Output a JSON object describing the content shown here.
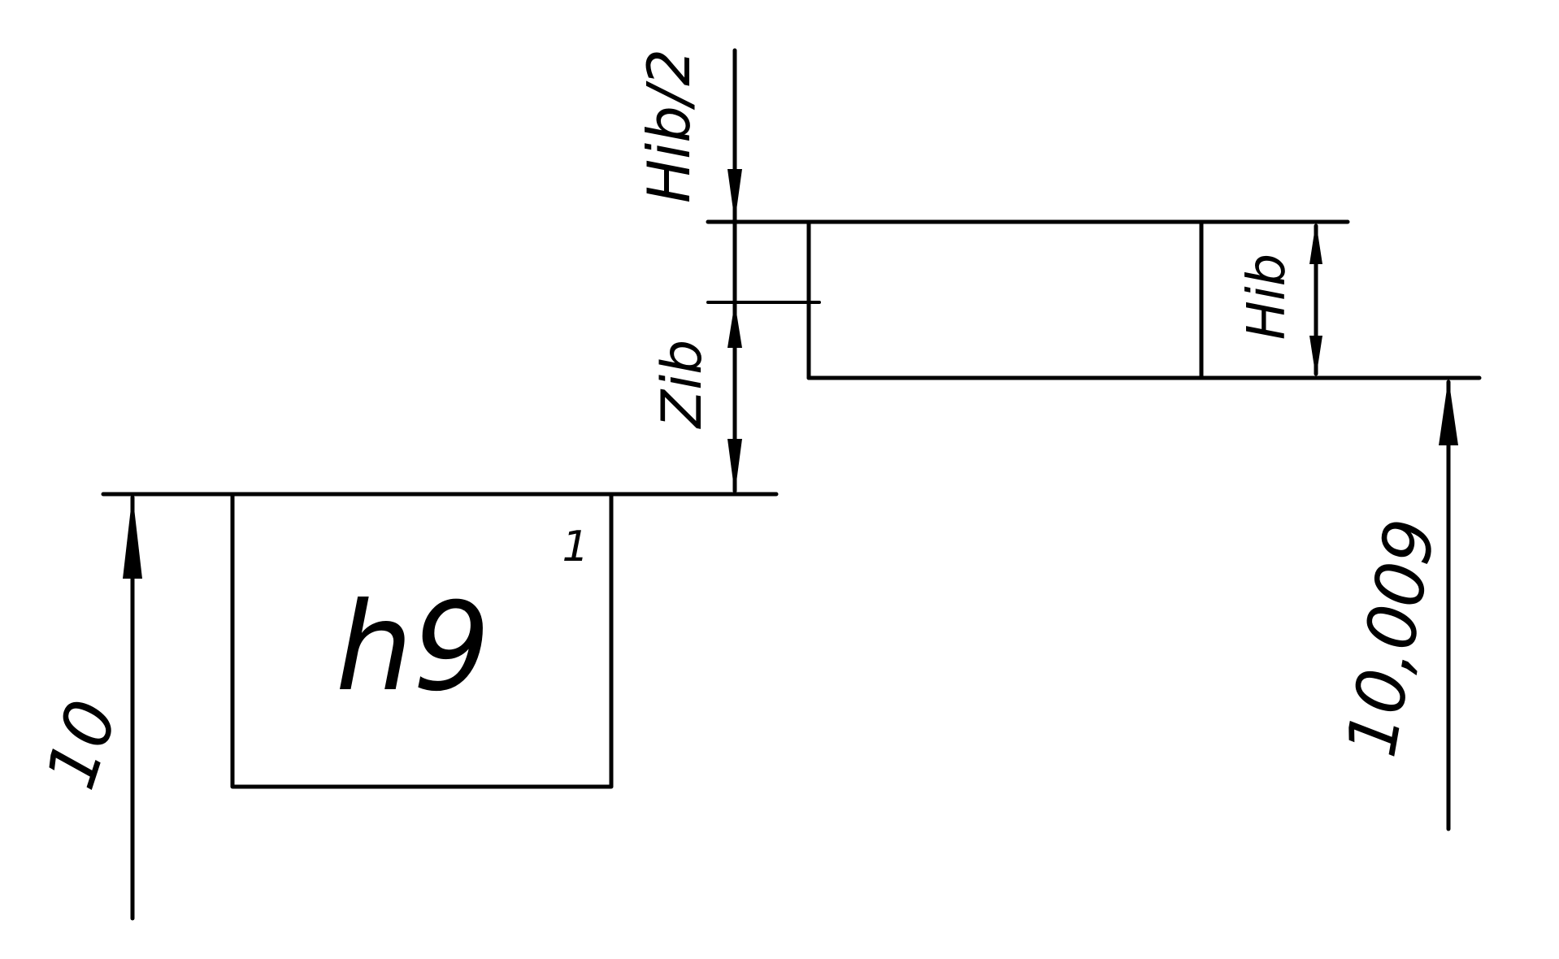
{
  "labels": {
    "half_grade": "Hib/2",
    "allowance": "Zib",
    "grade": "Hib",
    "left_dim": "10",
    "right_dim": "10,009",
    "tolerance_field": "h9",
    "item_number": "1"
  },
  "colors": {
    "ink": "#000000",
    "paper": "#ffffff"
  }
}
